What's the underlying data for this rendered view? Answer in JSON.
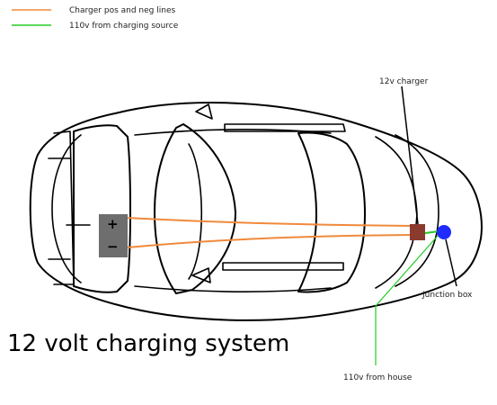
{
  "legend": {
    "items": [
      {
        "label": "Charger pos and neg lines",
        "color": "#f08a3c"
      },
      {
        "label": "110v from charging source",
        "color": "#22cc22"
      }
    ]
  },
  "title": "12 volt charging system",
  "labels": {
    "charger": "12v charger",
    "junction_box": "Junction box",
    "house": "110v from house"
  },
  "battery": {
    "pos_symbol": "+",
    "neg_symbol": "−",
    "color": "#6e6e6e"
  },
  "colors": {
    "charger_lines": "#f08a3c",
    "source_line": "#22cc22",
    "charger_box": "#8b3a2e",
    "junction_box": "#1f2bff"
  }
}
